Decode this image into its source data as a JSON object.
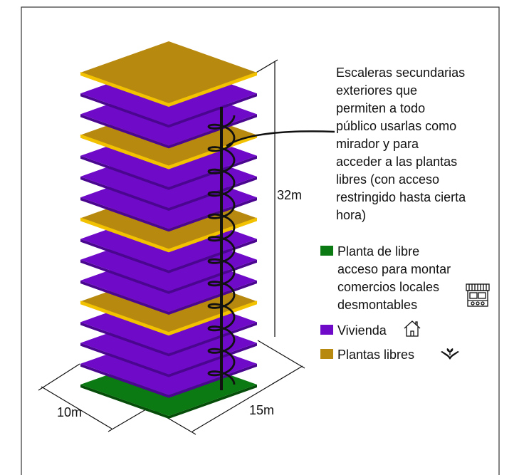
{
  "colors": {
    "green": "#0b7a12",
    "purple": "#6f0ac9",
    "gold": "#b8890f",
    "gold_edge": "#f2c200",
    "line": "#111111",
    "frame": "#333333"
  },
  "dimensions": {
    "height": "32m",
    "width": "10m",
    "depth": "15m"
  },
  "stair_annotation": {
    "lines": [
      "Escaleras secundarias",
      "exteriores que",
      "permiten a todo",
      "público usarlas como",
      "mirador y para",
      "acceder a las plantas",
      "libres (con acceso",
      "restringido hasta cierta",
      "hora)"
    ]
  },
  "legend": {
    "items": [
      {
        "key": "green",
        "lines": [
          "Planta de libre",
          "acceso para montar",
          "comercios locales",
          "desmontables"
        ],
        "icon": "market-stall-icon"
      },
      {
        "key": "purple",
        "lines": [
          "Vivienda"
        ],
        "icon": "house-icon"
      },
      {
        "key": "gold",
        "lines": [
          "Plantas libres"
        ],
        "icon": "hands-plant-icon"
      }
    ]
  },
  "floors": [
    "green",
    "purple",
    "purple",
    "purple",
    "gold",
    "purple",
    "purple",
    "purple",
    "gold",
    "purple",
    "purple",
    "purple",
    "gold",
    "purple",
    "purple",
    "gold"
  ]
}
